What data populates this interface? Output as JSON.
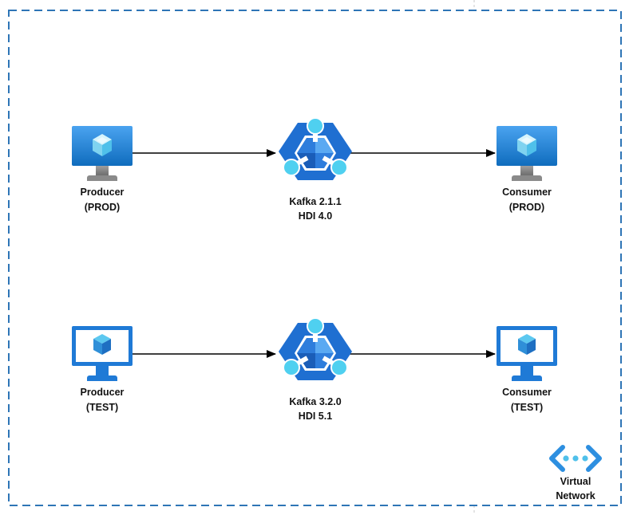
{
  "colors": {
    "vnet_border": "#2E75B6",
    "arrow": "#000000",
    "text": "#111111",
    "monitor_blue_dark": "#0F6CBD",
    "monitor_blue_light": "#4AA3F0",
    "monitor_stand": "#8A8A8A",
    "cube_light": "#A9E3F7",
    "cube_dark": "#3BB3E0",
    "kafka_blue": "#1F6FD1",
    "kafka_blue_light": "#5AA9F2",
    "kafka_node": "#4FD0F0"
  },
  "nodes": {
    "producer_prod": {
      "line1": "Producer",
      "line2": "(PROD)",
      "icon": "virtual-machine-icon"
    },
    "kafka_prod": {
      "line1": "Kafka 2.1.1",
      "line2": "HDI 4.0",
      "icon": "hdinsight-cluster-icon"
    },
    "consumer_prod": {
      "line1": "Consumer",
      "line2": "(PROD)",
      "icon": "virtual-machine-icon"
    },
    "producer_test": {
      "line1": "Producer",
      "line2": "(TEST)",
      "icon": "virtual-machine-outline-icon"
    },
    "kafka_test": {
      "line1": "Kafka 3.2.0",
      "line2": "HDI 5.1",
      "icon": "hdinsight-cluster-icon"
    },
    "consumer_test": {
      "line1": "Consumer",
      "line2": "(TEST)",
      "icon": "virtual-machine-outline-icon"
    }
  },
  "vnet": {
    "line1": "Virtual",
    "line2": "Network",
    "icon": "virtual-network-icon"
  }
}
